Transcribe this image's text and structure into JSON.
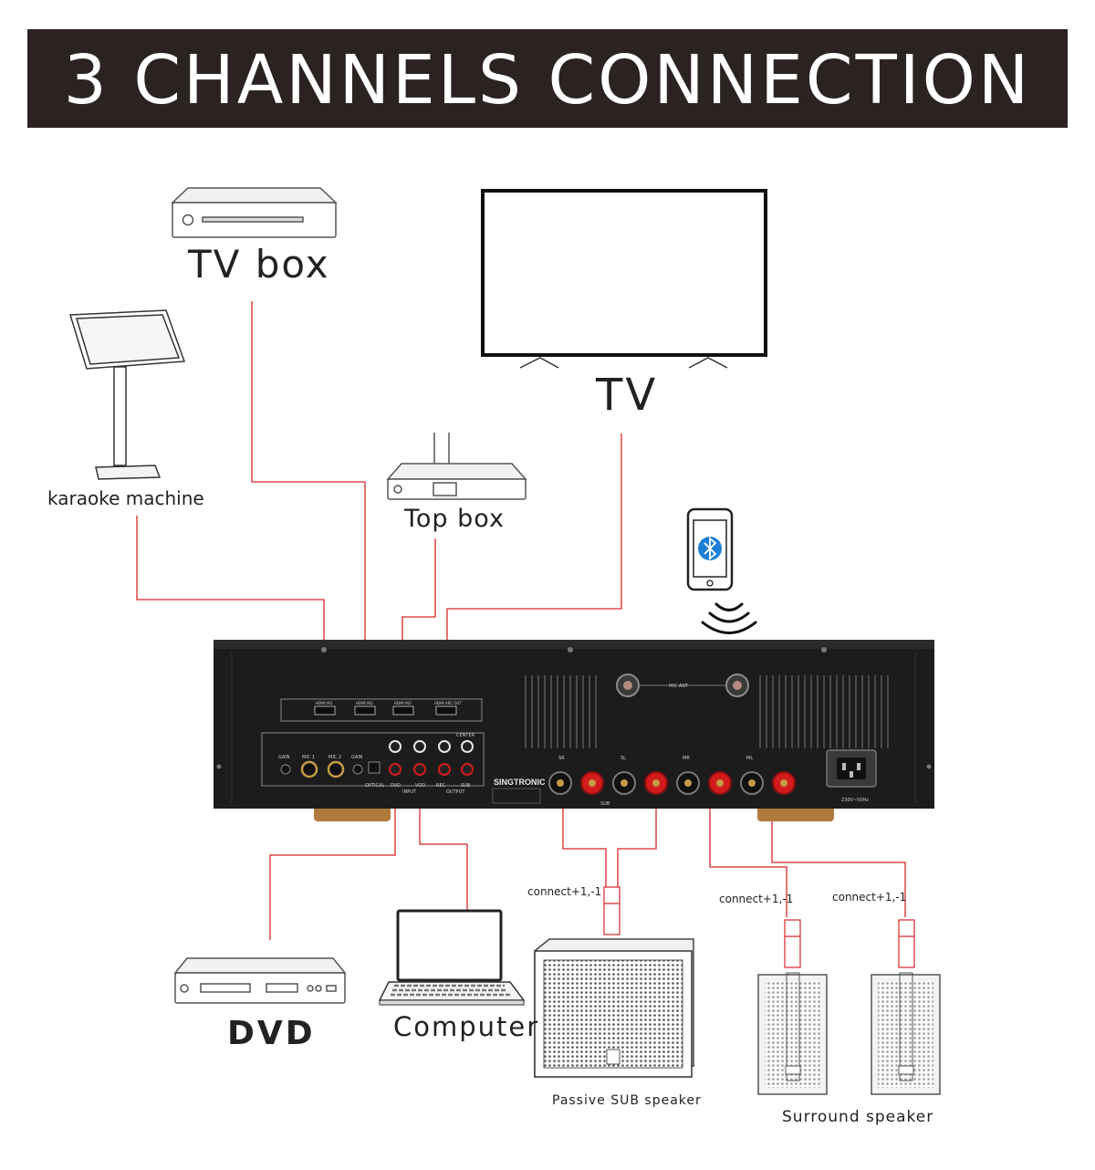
{
  "title": "3 CHANNELS CONNECTION",
  "devices": {
    "tv_box": "TV box",
    "tv": "TV",
    "karaoke_machine": "karaoke machine",
    "top_box": "Top box",
    "dvd": "DVD",
    "computer": "Computer",
    "sub_speaker": "Passive SUB speaker",
    "surround_speaker": "Surround speaker"
  },
  "connect_labels": [
    "connect+1,-1",
    "connect+1,-1",
    "connect+1,-1"
  ],
  "amplifier": {
    "brand": "SINGTRONIC",
    "hdmi_ports": [
      "HDMI IN1",
      "HDMI IN2",
      "HDMI IN3",
      "HDMI ARC OUT"
    ],
    "mic_controls": [
      "GAIN",
      "MIC 1",
      "MIC 2",
      "GAIN"
    ],
    "input_labels": [
      "OPTICAL",
      "DVD",
      "VOD"
    ],
    "input_group": "INPUT",
    "output_labels": [
      "REC",
      "SUB"
    ],
    "output_group": "OUTPUT",
    "center": "CENTER",
    "mic_ant": "MIC ANT",
    "speaker_channels": [
      "SR",
      "SL",
      "MR",
      "ML"
    ],
    "sub_label": "SUB",
    "power_label": "230V~50Hz"
  },
  "colors": {
    "banner": "#2b2321",
    "wire": "#d8262b",
    "chassis": "#1c1c1c",
    "terminal_red": "#d21c1c"
  },
  "icons": [
    "bluetooth-icon",
    "wireless-signal-icon"
  ]
}
